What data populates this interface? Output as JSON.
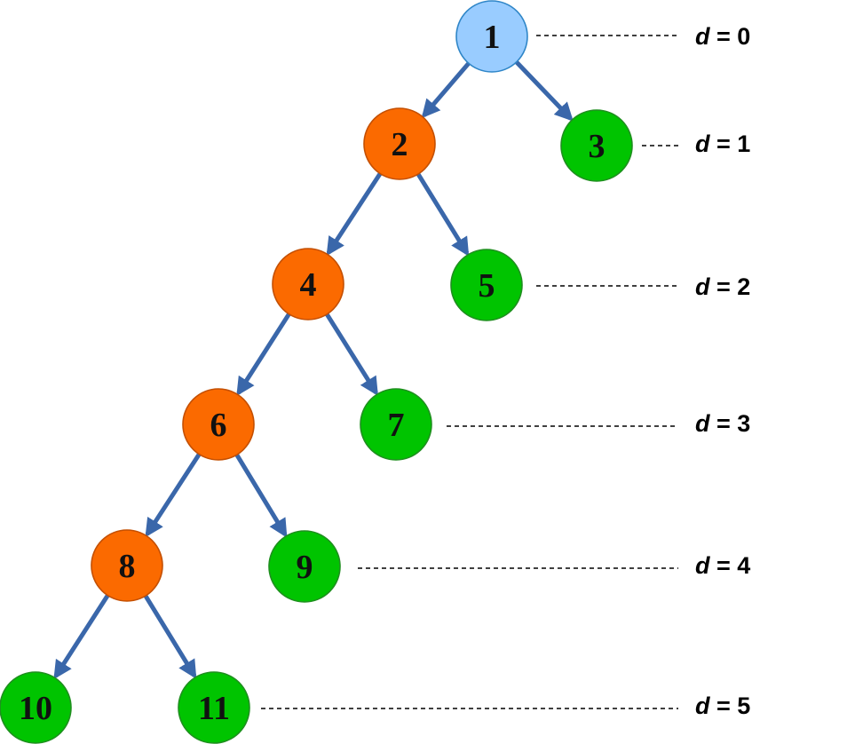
{
  "colors": {
    "root": "#99ccff",
    "root_stroke": "#2f86c8",
    "internal": "#fb6a00",
    "internal_stroke": "#c44f00",
    "leaf": "#00c400",
    "leaf_stroke": "#1f8f1f",
    "edge": "#3a67aa"
  },
  "nodes": [
    {
      "id": "1",
      "label": "1",
      "kind": "root"
    },
    {
      "id": "2",
      "label": "2",
      "kind": "internal"
    },
    {
      "id": "3",
      "label": "3",
      "kind": "leaf"
    },
    {
      "id": "4",
      "label": "4",
      "kind": "internal"
    },
    {
      "id": "5",
      "label": "5",
      "kind": "leaf"
    },
    {
      "id": "6",
      "label": "6",
      "kind": "internal"
    },
    {
      "id": "7",
      "label": "7",
      "kind": "leaf"
    },
    {
      "id": "8",
      "label": "8",
      "kind": "internal"
    },
    {
      "id": "9",
      "label": "9",
      "kind": "leaf"
    },
    {
      "id": "10",
      "label": "10",
      "kind": "leaf"
    },
    {
      "id": "11",
      "label": "11",
      "kind": "leaf"
    }
  ],
  "edges": [
    {
      "from": "1",
      "to": "2"
    },
    {
      "from": "1",
      "to": "3"
    },
    {
      "from": "2",
      "to": "4"
    },
    {
      "from": "2",
      "to": "5"
    },
    {
      "from": "4",
      "to": "6"
    },
    {
      "from": "4",
      "to": "7"
    },
    {
      "from": "6",
      "to": "8"
    },
    {
      "from": "6",
      "to": "9"
    },
    {
      "from": "8",
      "to": "10"
    },
    {
      "from": "8",
      "to": "11"
    }
  ],
  "depth_labels": [
    {
      "var": "d",
      "text": " = 0"
    },
    {
      "var": "d",
      "text": " = 1"
    },
    {
      "var": "d",
      "text": " = 2"
    },
    {
      "var": "d",
      "text": " = 3"
    },
    {
      "var": "d",
      "text": " = 4"
    },
    {
      "var": "d",
      "text": " = 5"
    }
  ]
}
